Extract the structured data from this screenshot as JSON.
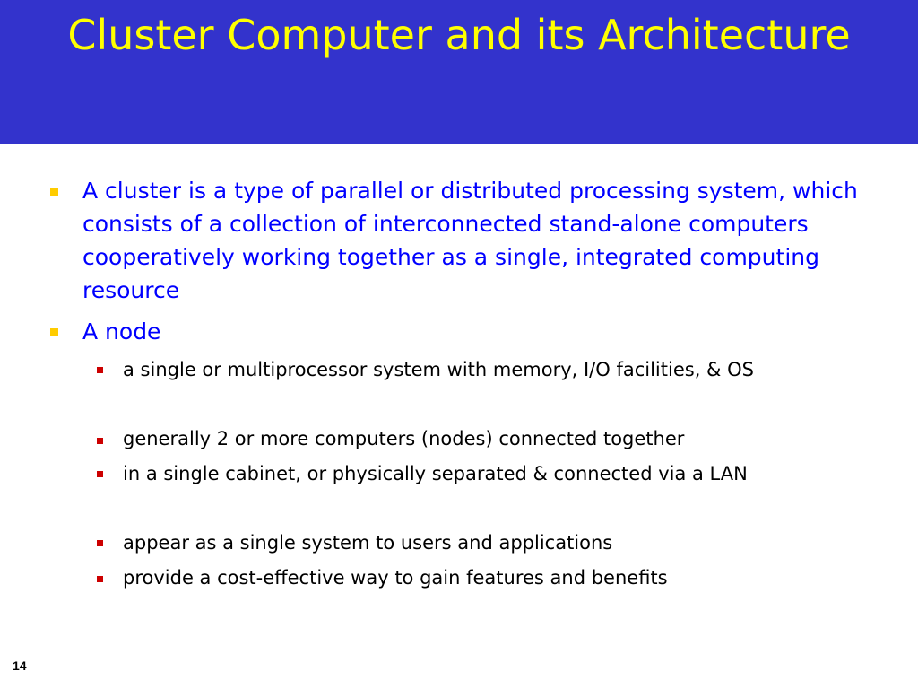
{
  "slide": {
    "title": "Cluster Computer and its Architecture",
    "bullets": [
      {
        "text": "A cluster is a type of parallel or distributed processing system, which consists of a collection of interconnected stand-alone  computers cooperatively working together as a single, integrated computing resource",
        "sub_bullets": []
      },
      {
        "text": "A node",
        "sub_bullets": [
          "a single or multiprocessor system with memory, I/O facilities, & OS",
          "generally 2 or more computers (nodes) connected together",
          "in a single cabinet, or physically separated & connected via a LAN",
          "appear as a single system to users and applications",
          "provide a cost-effective way to gain features and benefits"
        ]
      }
    ],
    "slide_number": "14"
  },
  "colors": {
    "title_bar_background": "#3333cc",
    "title_text": "#ffff00",
    "level1_text": "#0000ff",
    "level1_marker": "#ffcc00",
    "level2_text": "#000000",
    "level2_marker": "#cc0000"
  },
  "icons": {
    "level1_marker": "square-bullet-icon",
    "level2_marker": "small-square-bullet-icon"
  }
}
